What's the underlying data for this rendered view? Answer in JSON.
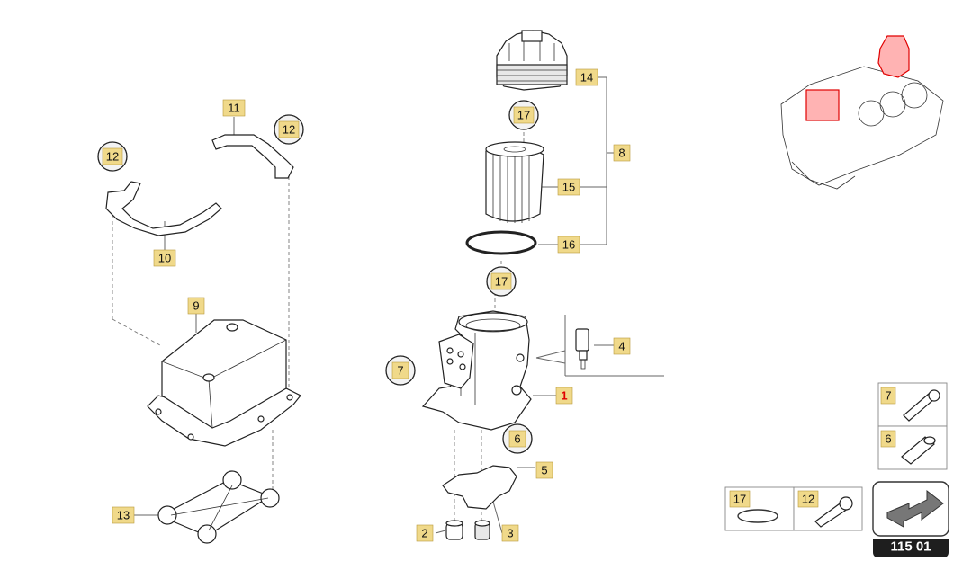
{
  "page": {
    "code": "115 01"
  },
  "labels": {
    "l1": "1",
    "l2": "2",
    "l3": "3",
    "l4": "4",
    "l5": "5",
    "l6": "6",
    "l7": "7",
    "l8": "8",
    "l9": "9",
    "l10": "10",
    "l11": "11",
    "l12a": "12",
    "l12b": "12",
    "l13": "13",
    "l14": "14",
    "l15": "15",
    "l16": "16",
    "l17a": "17",
    "l17b": "17"
  },
  "legend": {
    "item7": "7",
    "item6": "6",
    "item17": "17",
    "item12": "12"
  },
  "colors": {
    "label_fill": "#f0d98a",
    "highlight": "#e00000",
    "footer": "#1e1e1e"
  },
  "icons": {
    "next": "arrow-right-icon"
  }
}
